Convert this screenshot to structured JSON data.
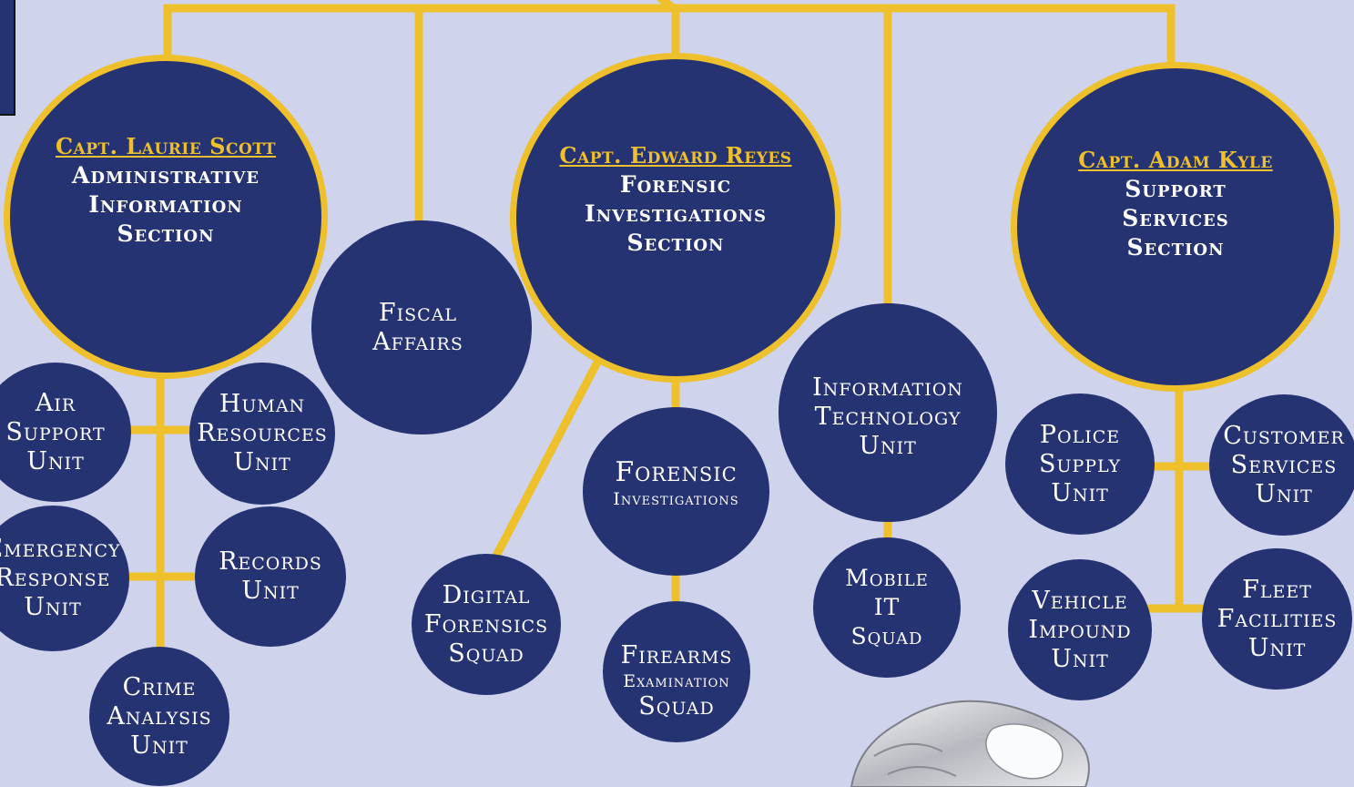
{
  "colors": {
    "background": "#cfd3eb",
    "node": "#253373",
    "line": "#eec02b"
  },
  "sections": [
    {
      "captain": "Capt. Laurie Scott",
      "name": [
        "Administrative",
        "Information",
        "Section"
      ]
    },
    {
      "captain": "Capt. Edward Reyes",
      "name": [
        "Forensic",
        "Investigations",
        "Section"
      ]
    },
    {
      "captain": "Capt. Adam Kyle",
      "name": [
        "Support",
        "Services",
        "Section"
      ]
    }
  ],
  "units": {
    "fiscal_affairs": [
      "Fiscal",
      "Affairs"
    ],
    "information_technology": [
      "Information",
      "Technology",
      "Unit"
    ],
    "air_support": [
      "Air",
      "Support",
      "Unit"
    ],
    "human_resources": [
      "Human",
      "Resources",
      "Unit"
    ],
    "emergency_response": [
      "Emergency",
      "Response",
      "Unit"
    ],
    "records": [
      "Records",
      "Unit"
    ],
    "crime_analysis": [
      "Crime",
      "Analysis",
      "Unit"
    ],
    "forensic_investigations": [
      "Forensic",
      "Investigations"
    ],
    "digital_forensics": [
      "Digital",
      "Forensics",
      "Squad"
    ],
    "firearms_examination": [
      "Firearms",
      "Examination",
      "Squad"
    ],
    "mobile_it": [
      "Mobile",
      "IT",
      "Squad"
    ],
    "police_supply": [
      "Police",
      "Supply",
      "Unit"
    ],
    "customer_services": [
      "Customer",
      "Services",
      "Unit"
    ],
    "vehicle_impound": [
      "Vehicle",
      "Impound",
      "Unit"
    ],
    "fleet_facilities": [
      "Fleet",
      "Facilities",
      "Unit"
    ]
  }
}
